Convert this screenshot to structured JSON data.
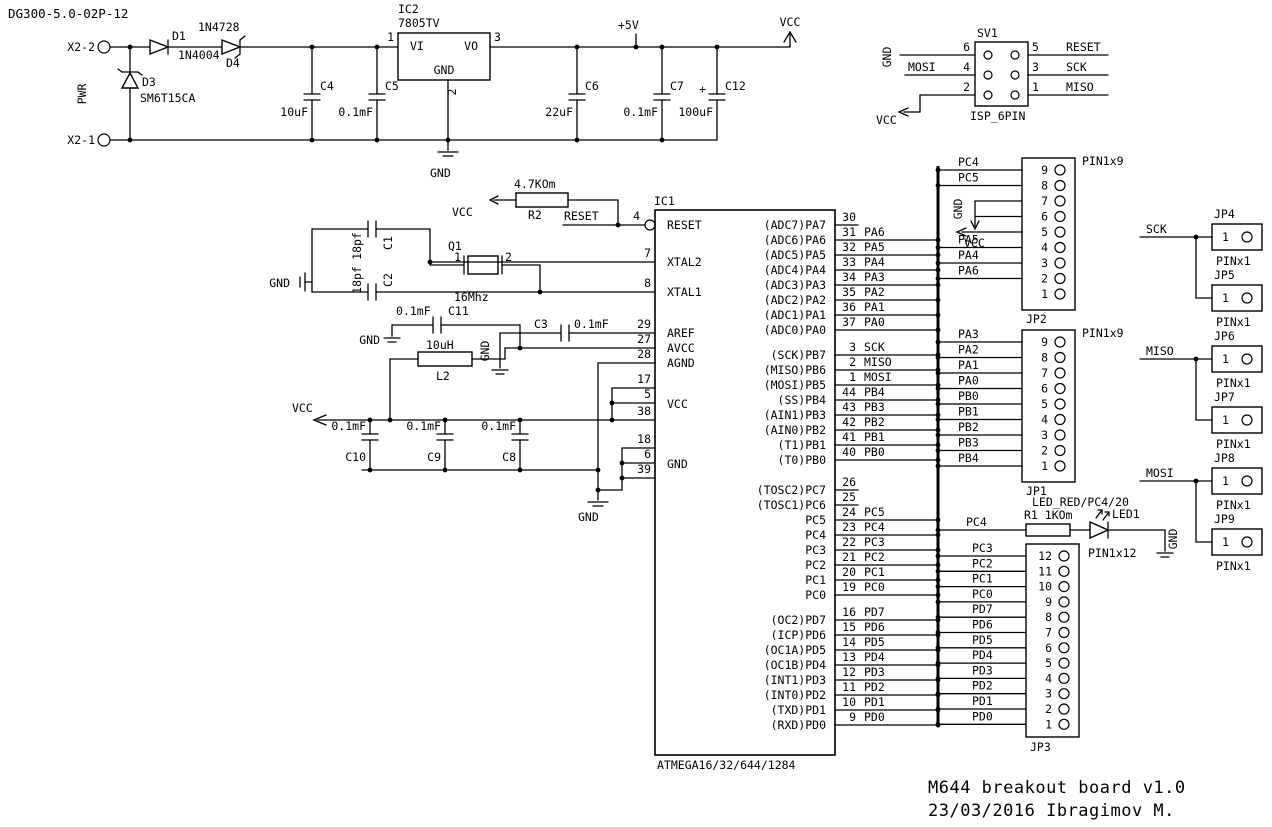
{
  "meta": {
    "code": "DG300-5.0-02P-12",
    "title": "M644 breakout board v1.0",
    "subtitle": "23/03/2016 Ibragimov M."
  },
  "power": {
    "x2_2": "X2-2",
    "x2_1": "X2-1",
    "pwr": "PWR",
    "d1_name": "D1",
    "d1_value": "1N4004",
    "d4_name": "D4",
    "d4_value": "1N4728",
    "d3_name": "D3",
    "d3_value": "SM6T15CA",
    "c4_name": "C4",
    "c4_value": "10uF",
    "c5_name": "C5",
    "c5_value": "0.1mF",
    "ic2_name": "IC2",
    "ic2_value": "7805TV",
    "ic2_vi": "VI",
    "ic2_vo": "VO",
    "ic2_gnd": "GND",
    "ic2_pin1": "1",
    "ic2_pin2": "2",
    "ic2_pin3": "3",
    "gnd": "GND",
    "c6_name": "C6",
    "c6_value": "22uF",
    "c7_name": "C7",
    "c7_value": "0.1mF",
    "c12_name": "C12",
    "c12_value": "100uF",
    "c12_plus": "+",
    "plus5v": "+5V",
    "rail_vcc": "VCC"
  },
  "isp": {
    "name": "SV1",
    "type": "ISP_6PIN",
    "p1": "1",
    "p2": "2",
    "p3": "3",
    "p4": "4",
    "p5": "5",
    "p6": "6",
    "net_gnd": "GND",
    "net_mosi": "MOSI",
    "net_vcc": "VCC",
    "net_reset": "RESET",
    "net_sck": "SCK",
    "net_miso": "MISO"
  },
  "reset": {
    "r2_value": "4.7KOm",
    "r2_name": "R2",
    "vcc": "VCC",
    "net": "RESET"
  },
  "xtal": {
    "q1_name": "Q1",
    "q1_value": "16Mhz",
    "p1": "1",
    "p2": "2",
    "c1_name": "C1",
    "c1_value": "18pf",
    "c2_name": "C2",
    "c2_value": "18pf",
    "gnd": "GND"
  },
  "analog": {
    "c11_value": "0.1mF",
    "c11_name": "C11",
    "gnd_left": "GND",
    "c3_name": "C3",
    "c3_value": "0.1mF",
    "gnd_rot": "GND",
    "l2_value": "10uH",
    "l2_name": "L2"
  },
  "decoupling": {
    "vcc": "VCC",
    "gnd": "GND",
    "c10_value": "0.1mF",
    "c9_value": "0.1mF",
    "c8_value": "0.1mF",
    "c10_name": "C10",
    "c9_name": "C9",
    "c8_name": "C8"
  },
  "ic1": {
    "name": "IC1",
    "part": "ATMEGA16/32/644/1284",
    "left": {
      "reset_label": "RESET",
      "reset_pin": "4",
      "xtal2_label": "XTAL2",
      "xtal2_pin": "7",
      "xtal1_label": "XTAL1",
      "xtal1_pin": "8",
      "aref_label": "AREF",
      "aref_pin": "29",
      "avcc_label": "AVCC",
      "avcc_pin": "27",
      "agnd_label": "AGND",
      "agnd_pin": "28",
      "vcc_label": "VCC",
      "vcc_pin_a": "17",
      "vcc_pin_b": "5",
      "vcc_pin_c": "38",
      "gnd_label": "GND",
      "gnd_pin_a": "18",
      "gnd_pin_b": "6",
      "gnd_pin_c": "39"
    },
    "port_a": [
      {
        "label": "(ADC7)PA7",
        "pin": "30",
        "net": null
      },
      {
        "label": "(ADC6)PA6",
        "pin": "31",
        "net": "PA6"
      },
      {
        "label": "(ADC5)PA5",
        "pin": "32",
        "net": "PA5"
      },
      {
        "label": "(ADC4)PA4",
        "pin": "33",
        "net": "PA4"
      },
      {
        "label": "(ADC3)PA3",
        "pin": "34",
        "net": "PA3"
      },
      {
        "label": "(ADC2)PA2",
        "pin": "35",
        "net": "PA2"
      },
      {
        "label": "(ADC1)PA1",
        "pin": "36",
        "net": "PA1"
      },
      {
        "label": "(ADC0)PA0",
        "pin": "37",
        "net": "PA0"
      }
    ],
    "port_b": [
      {
        "label": "(SCK)PB7",
        "pin": "3",
        "net": "SCK"
      },
      {
        "label": "(MISO)PB6",
        "pin": "2",
        "net": "MISO"
      },
      {
        "label": "(MOSI)PB5",
        "pin": "1",
        "net": "MOSI"
      },
      {
        "label": "(SS)PB4",
        "pin": "44",
        "net": "PB4"
      },
      {
        "label": "(AIN1)PB3",
        "pin": "43",
        "net": "PB3"
      },
      {
        "label": "(AIN0)PB2",
        "pin": "42",
        "net": "PB2"
      },
      {
        "label": "(T1)PB1",
        "pin": "41",
        "net": "PB1"
      },
      {
        "label": "(T0)PB0",
        "pin": "40",
        "net": "PB0"
      }
    ],
    "port_c": [
      {
        "label": "(TOSC2)PC7",
        "pin": "26",
        "net": null
      },
      {
        "label": "(TOSC1)PC6",
        "pin": "25",
        "net": null
      },
      {
        "label": "PC5",
        "pin": "24",
        "net": "PC5"
      },
      {
        "label": "PC4",
        "pin": "23",
        "net": "PC4"
      },
      {
        "label": "PC3",
        "pin": "22",
        "net": "PC3"
      },
      {
        "label": "PC2",
        "pin": "21",
        "net": "PC2"
      },
      {
        "label": "PC1",
        "pin": "20",
        "net": "PC1"
      },
      {
        "label": "PC0",
        "pin": "19",
        "net": "PC0"
      }
    ],
    "port_d": [
      {
        "label": "(OC2)PD7",
        "pin": "16",
        "net": "PD7"
      },
      {
        "label": "(ICP)PD6",
        "pin": "15",
        "net": "PD6"
      },
      {
        "label": "(OC1A)PD5",
        "pin": "14",
        "net": "PD5"
      },
      {
        "label": "(OC1B)PD4",
        "pin": "13",
        "net": "PD4"
      },
      {
        "label": "(INT1)PD3",
        "pin": "12",
        "net": "PD3"
      },
      {
        "label": "(INT0)PD2",
        "pin": "11",
        "net": "PD2"
      },
      {
        "label": "(TXD)PD1",
        "pin": "10",
        "net": "PD1"
      },
      {
        "label": "(RXD)PD0",
        "pin": "9",
        "net": "PD0"
      }
    ]
  },
  "jp2": {
    "name": "JP2",
    "type": "PIN1x9",
    "net_gnd": "GND",
    "net_vcc": "VCC",
    "pins": [
      {
        "pin": "9",
        "net": "PC4"
      },
      {
        "pin": "8",
        "net": "PC5"
      },
      {
        "pin": "7",
        "net": null
      },
      {
        "pin": "6",
        "net": null
      },
      {
        "pin": "5",
        "net": null
      },
      {
        "pin": "4",
        "net": "PA5"
      },
      {
        "pin": "3",
        "net": "PA4"
      },
      {
        "pin": "2",
        "net": "PA6"
      },
      {
        "pin": "1",
        "net": null
      }
    ]
  },
  "jp1": {
    "name": "JP1",
    "type": "PIN1x9",
    "pins": [
      {
        "pin": "9",
        "net": "PA3"
      },
      {
        "pin": "8",
        "net": "PA2"
      },
      {
        "pin": "7",
        "net": "PA1"
      },
      {
        "pin": "6",
        "net": "PA0"
      },
      {
        "pin": "5",
        "net": "PB0"
      },
      {
        "pin": "4",
        "net": "PB1"
      },
      {
        "pin": "3",
        "net": "PB2"
      },
      {
        "pin": "2",
        "net": "PB3"
      },
      {
        "pin": "1",
        "net": "PB4"
      }
    ]
  },
  "jp3": {
    "name": "JP3",
    "type": "PIN1x12",
    "pins": [
      {
        "pin": "12",
        "net": "PC3"
      },
      {
        "pin": "11",
        "net": "PC2"
      },
      {
        "pin": "10",
        "net": "PC1"
      },
      {
        "pin": "9",
        "net": "PC0"
      },
      {
        "pin": "8",
        "net": "PD7"
      },
      {
        "pin": "7",
        "net": "PD6"
      },
      {
        "pin": "6",
        "net": "PD5"
      },
      {
        "pin": "5",
        "net": "PD4"
      },
      {
        "pin": "4",
        "net": "PD3"
      },
      {
        "pin": "3",
        "net": "PD2"
      },
      {
        "pin": "2",
        "net": "PD1"
      },
      {
        "pin": "1",
        "net": "PD0"
      }
    ]
  },
  "led": {
    "note": "LED_RED/PC4/20",
    "r1_label": "R1 1KOm",
    "led_name": "LED1",
    "net": "PC4",
    "gnd": "GND"
  },
  "pin_headers": [
    {
      "name": "JP4",
      "pin": "1",
      "type": "PINx1",
      "net": "SCK"
    },
    {
      "name": "JP5",
      "pin": "1",
      "type": "PINx1",
      "net": null
    },
    {
      "name": "JP6",
      "pin": "1",
      "type": "PINx1",
      "net": "MISO"
    },
    {
      "name": "JP7",
      "pin": "1",
      "type": "PINx1",
      "net": null
    },
    {
      "name": "JP8",
      "pin": "1",
      "type": "PINx1",
      "net": "MOSI"
    },
    {
      "name": "JP9",
      "pin": "1",
      "type": "PINx1",
      "net": null
    }
  ]
}
